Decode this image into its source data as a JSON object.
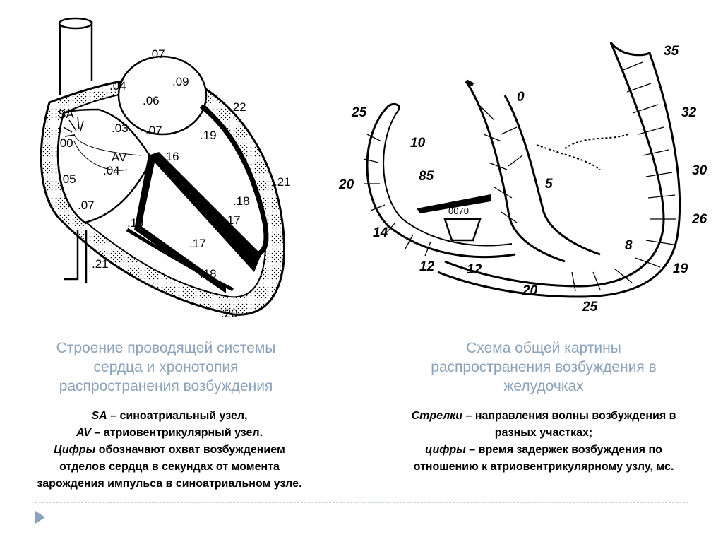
{
  "left_figure": {
    "labels": [
      ".07",
      ".04",
      ".06",
      ".09",
      ".03",
      ".07",
      "SA",
      ".00",
      ".22",
      ".19",
      ".16",
      "AV",
      ".04",
      ".05",
      ".21",
      ".07",
      ".18",
      ".17",
      ".19",
      ".17",
      ".18",
      ".21",
      ".20"
    ]
  },
  "right_figure": {
    "labels": [
      "0",
      "25",
      "10",
      "35",
      "32",
      "85",
      "20",
      "5",
      "30",
      "0070",
      "26",
      "14",
      "8",
      "12",
      "12",
      "19",
      "20",
      "25"
    ]
  },
  "captions": {
    "left_title_line1": "Строение проводящей системы",
    "left_title_line2": "сердца и хронотопия",
    "left_title_line3": "распространения возбуждения",
    "right_title_line1": "Схема общей картины",
    "right_title_line2": "распространения возбуждения в",
    "right_title_line3": "желудочках"
  },
  "left_desc": {
    "l1_term": "SA",
    "l1_text": " – синоатриальный узел,",
    "l2_term": "AV",
    "l2_text": " – атриовентрикулярный узел.",
    "l3_term": "Цифры",
    "l3_text": " обозначают охват возбуждением",
    "l4": "отделов сердца в секундах от момента",
    "l5": "зарождения импульса в синоатриальном узле."
  },
  "right_desc": {
    "l1_term": "Стрелки",
    "l1_text": " – направления волны возбуждения в",
    "l2": "разных участках;",
    "l3_term": "цифры",
    "l3_text": " – время задержек возбуждения по",
    "l4": "отношению к атриовентрикулярному узлу, мс."
  }
}
